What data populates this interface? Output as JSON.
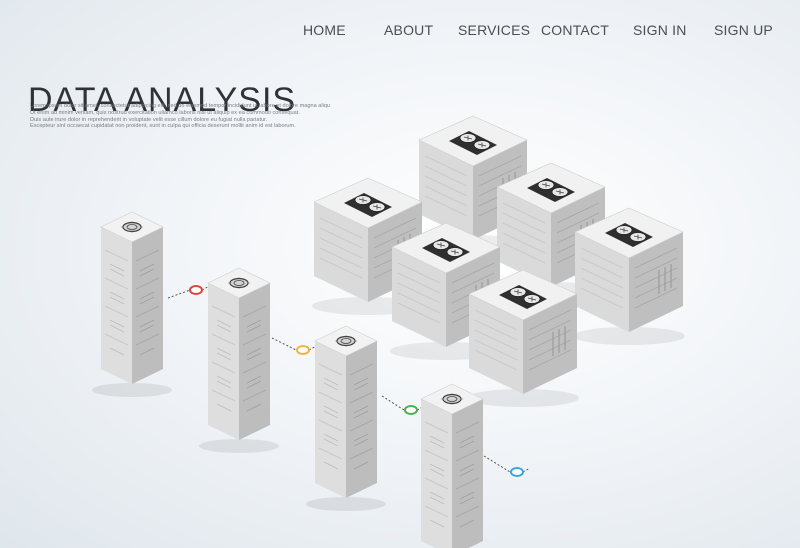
{
  "nav": {
    "items": [
      "HOME",
      "ABOUT",
      "SERVICES",
      "CONTACT",
      "SIGN IN",
      "SIGN UP"
    ]
  },
  "hero": {
    "title": "DATA ANALYSIS",
    "body_lines": [
      "Lorem ipsum dolor sit amet, consectetur adipiscing elit, sed do eiusmod tempor incididunt ut labore et dolore magna aliqua.",
      "Ut enim ad minim veniam, quis nostrud exercitation ullamco laboris nisi ut aliquip ex ea commodo consequat.",
      "Duis aute irure dolor in reprehenderit in voluptate velit esse cillum dolore eu fugiat nulla pariatur.",
      "Excepteur sint occaecat cupidatat non proident, sunt in culpa qui officia deserunt mollit anim id est laborum."
    ]
  },
  "colors": {
    "text": "#2f3338",
    "nav_text": "#4a4f55",
    "server_top": "#f1f1f1",
    "server_left": "#d9d9d9",
    "server_right": "#b9b9b9",
    "fan": "#3a3a3a",
    "node_red": "#e0453b",
    "node_yellow": "#f2b33d",
    "node_green": "#4caf50",
    "node_blue": "#3aa6dd"
  },
  "icons": [
    "server-rack-icon",
    "cooling-fan-icon",
    "connection-node-icon"
  ]
}
